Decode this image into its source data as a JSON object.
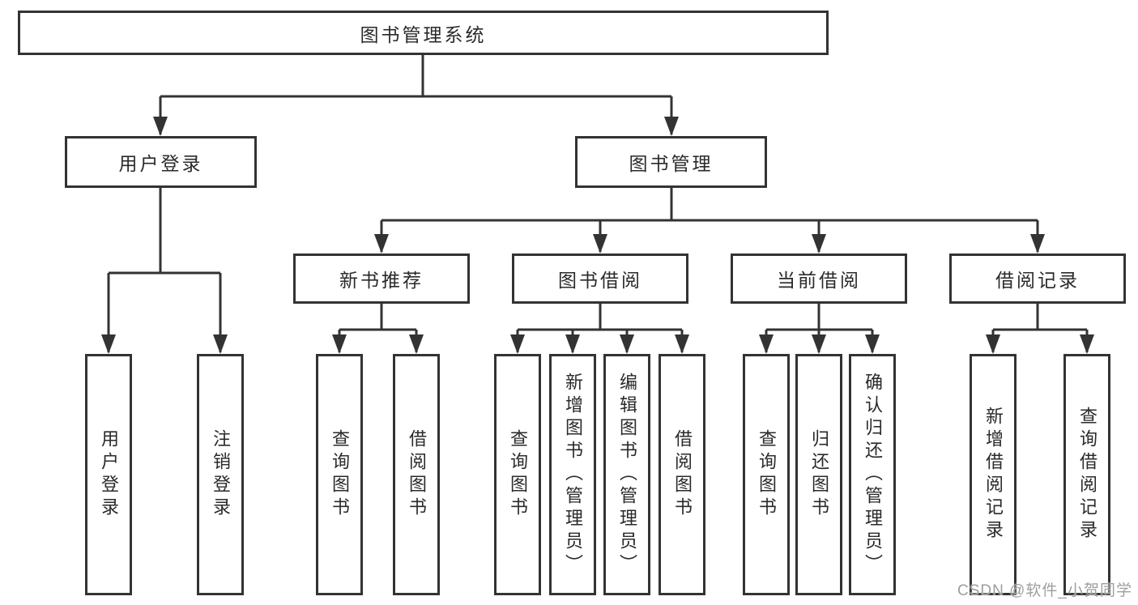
{
  "meta": {
    "diagram_type": "hierarchy-tree",
    "title": "图书管理系统"
  },
  "colors": {
    "background": "#ffffff",
    "line": "#333333",
    "box_border": "#333333",
    "text": "#2a2a2a",
    "watermark": "#9e9e9e"
  },
  "tree": {
    "label": "图书管理系统",
    "children": [
      {
        "label": "用户登录",
        "children": [
          {
            "label": "用户登录"
          },
          {
            "label": "注销登录"
          }
        ]
      },
      {
        "label": "图书管理",
        "children": [
          {
            "label": "新书推荐",
            "children": [
              {
                "label": "查询图书"
              },
              {
                "label": "借阅图书"
              }
            ]
          },
          {
            "label": "图书借阅",
            "children": [
              {
                "label": "查询图书"
              },
              {
                "label": "新增图书（管理员）"
              },
              {
                "label": "编辑图书（管理员）"
              },
              {
                "label": "借阅图书"
              }
            ]
          },
          {
            "label": "当前借阅",
            "children": [
              {
                "label": "查询图书"
              },
              {
                "label": "归还图书"
              },
              {
                "label": "确认归还（管理员）"
              }
            ]
          },
          {
            "label": "借阅记录",
            "children": [
              {
                "label": "新增借阅记录"
              },
              {
                "label": "查询借阅记录"
              }
            ]
          }
        ]
      }
    ]
  },
  "watermark": {
    "text": "CSDN @软件_小贺同学"
  }
}
